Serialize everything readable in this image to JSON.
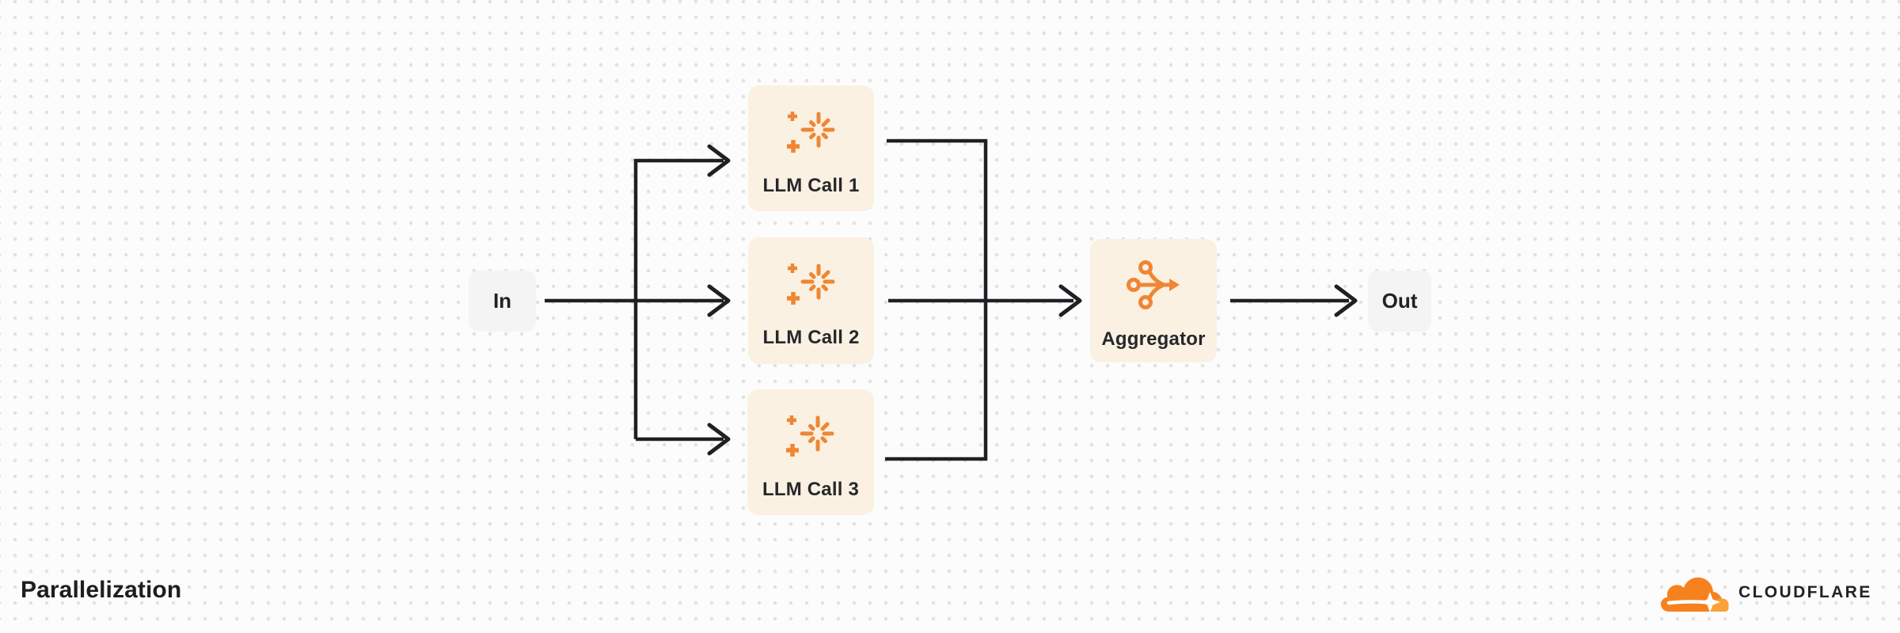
{
  "diagram": {
    "title": "Parallelization",
    "nodes": {
      "in": {
        "label": "In",
        "type": "endpoint"
      },
      "llm_call_1": {
        "label": "LLM Call 1",
        "icon": "sparkle-icon"
      },
      "llm_call_2": {
        "label": "LLM Call 2",
        "icon": "sparkle-icon"
      },
      "llm_call_3": {
        "label": "LLM Call 3",
        "icon": "sparkle-icon"
      },
      "aggregator": {
        "label": "Aggregator",
        "icon": "merge-icon"
      },
      "out": {
        "label": "Out",
        "type": "endpoint"
      }
    },
    "edges": [
      {
        "from": "in",
        "to": "llm_call_1"
      },
      {
        "from": "in",
        "to": "llm_call_2"
      },
      {
        "from": "in",
        "to": "llm_call_3"
      },
      {
        "from": "llm_call_1",
        "to": "aggregator"
      },
      {
        "from": "llm_call_2",
        "to": "aggregator"
      },
      {
        "from": "llm_call_3",
        "to": "aggregator"
      },
      {
        "from": "aggregator",
        "to": "out"
      }
    ],
    "colors": {
      "accent_orange": "#EF8633",
      "node_cream": "#FAF1E2",
      "endpoint_gray": "#F4F4F5",
      "connector": "#1F2023",
      "text": "#26272B",
      "background": "#FCFCFC",
      "dot_grid": "#E2E2E2",
      "logo_cloud_dark": "#F6821F",
      "logo_cloud_light": "#F9A13B"
    }
  },
  "brand": {
    "wordmark": "CLOUDFLARE"
  }
}
